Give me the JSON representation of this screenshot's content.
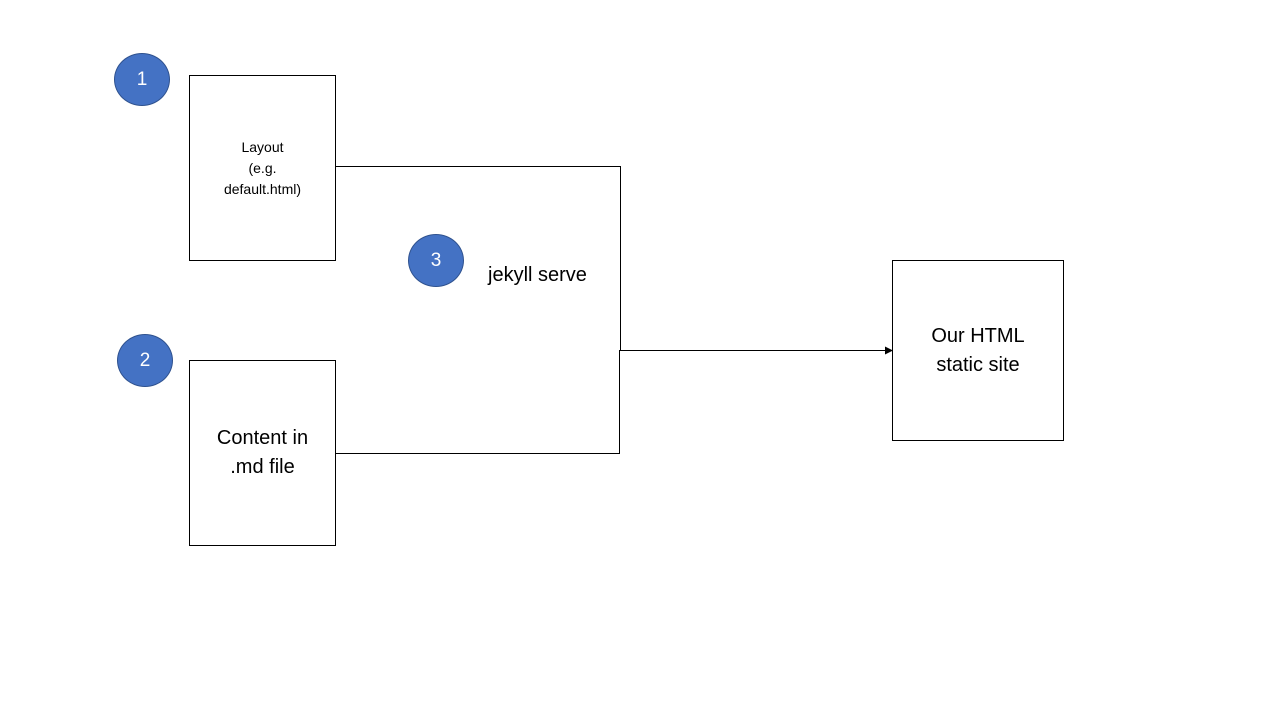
{
  "steps": [
    {
      "number": "1",
      "box_text": "Layout\n(e.g.\ndefault.html)"
    },
    {
      "number": "2",
      "box_text": "Content in\n.md file"
    },
    {
      "number": "3",
      "label": "jekyll serve"
    }
  ],
  "output": {
    "box_text": "Our HTML\nstatic site"
  },
  "colors": {
    "badge_fill": "#4472c4",
    "badge_border": "#2f528f",
    "line": "#000000"
  }
}
